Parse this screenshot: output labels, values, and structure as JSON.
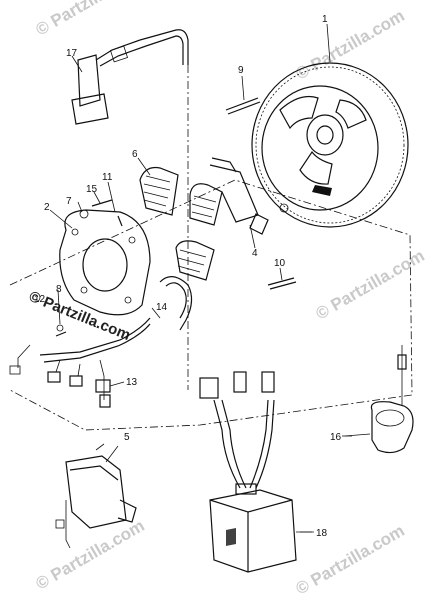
{
  "watermark": {
    "text": "© Partzilla.com",
    "main_text": "© Partzilla.com"
  },
  "callouts": [
    {
      "id": "1",
      "text": "1"
    },
    {
      "id": "2",
      "text": "2"
    },
    {
      "id": "4",
      "text": "4"
    },
    {
      "id": "5",
      "text": "5"
    },
    {
      "id": "6",
      "text": "6"
    },
    {
      "id": "7",
      "text": "7"
    },
    {
      "id": "8",
      "text": "8"
    },
    {
      "id": "9",
      "text": "9"
    },
    {
      "id": "10",
      "text": "10"
    },
    {
      "id": "11",
      "text": "11"
    },
    {
      "id": "12",
      "text": "12"
    },
    {
      "id": "13",
      "text": "13"
    },
    {
      "id": "14",
      "text": "14"
    },
    {
      "id": "15",
      "text": "15"
    },
    {
      "id": "16",
      "text": "16"
    },
    {
      "id": "17",
      "text": "17"
    },
    {
      "id": "18",
      "text": "18"
    }
  ]
}
